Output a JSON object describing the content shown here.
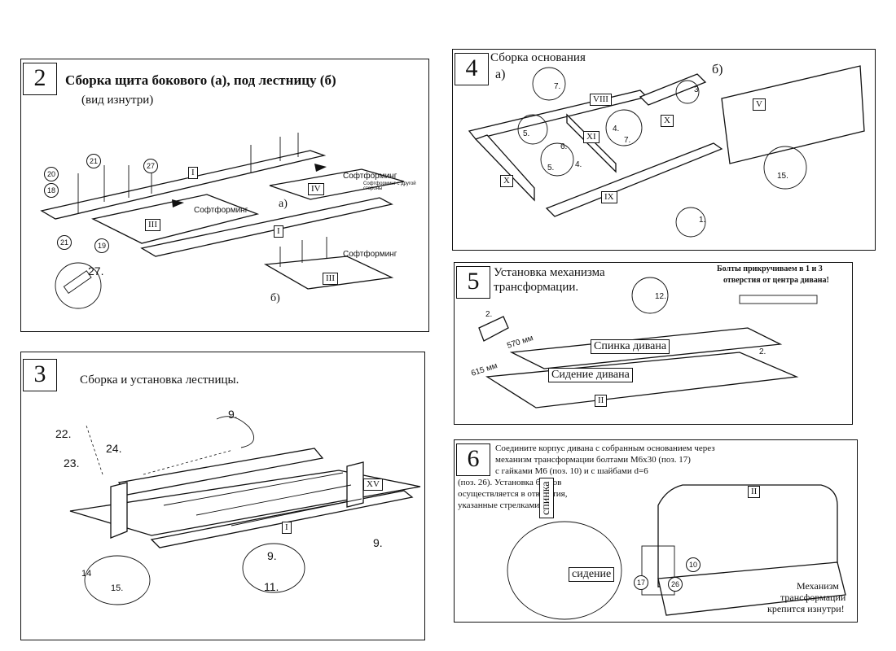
{
  "step2": {
    "number": "2",
    "title": "Сборка щита бокового (а), под лестницу (б)",
    "subtitle": "(вид изнутри)",
    "softforming_1": "Софтформинг",
    "softforming_2": "Софтформинг",
    "softforming_3": "Софтформинг",
    "softforming_note": "Софтформинг с другой стороны",
    "label_a": "а)",
    "label_b": "б)",
    "parts": [
      "I",
      "IV",
      "III",
      "I",
      "III"
    ],
    "callouts": [
      "20",
      "18",
      "21",
      "27",
      "21",
      "19",
      "27."
    ]
  },
  "step3": {
    "number": "3",
    "title": "Сборка и установка лестницы.",
    "parts": [
      "XV",
      "I"
    ],
    "callouts": [
      "22.",
      "23.",
      "24.",
      "9.",
      "9.",
      "9.",
      "11.",
      "14",
      "15."
    ]
  },
  "step4": {
    "number": "4",
    "title": "Сборка основания",
    "label_a": "а)",
    "label_b": "б)",
    "parts": [
      "VIII",
      "XI",
      "X",
      "X",
      "IX",
      "V"
    ],
    "callouts": [
      "7.",
      "5.",
      "4.",
      "7.",
      "3",
      "6.",
      "5.",
      "4.",
      "1.",
      "15."
    ]
  },
  "step5": {
    "number": "5",
    "title_line1": "Установка механизма",
    "title_line2": "трансформации.",
    "note_line1": "Болты прикручиваем в 1 и 3",
    "note_line2": "отверстия от центра дивана!",
    "label_back": "Спинка дивана",
    "label_seat": "Сидение дивана",
    "dim_615": "615 мм",
    "dim_570": "570 мм",
    "part": "II",
    "callouts": [
      "12.",
      "2.",
      "2."
    ]
  },
  "step6": {
    "number": "6",
    "text_line1": "Соедините корпус дивана с собранным основанием через",
    "text_line2": "механизм трансформации болтами М6х30 (поз. 17)",
    "text_line3": "с гайками М6 (поз. 10) и с шайбами d=6",
    "text_line4": "(поз. 26). Установка болтов",
    "text_line5": "осуществляется в отверстия,",
    "text_line6": "указанные стрелками.",
    "label_back": "спинка",
    "label_seat": "сидение",
    "note_line1": "Механизм",
    "note_line2": "трансформации",
    "note_line3": "крепится изнутри!",
    "part": "II",
    "callouts": [
      "10",
      "17",
      "26"
    ]
  }
}
